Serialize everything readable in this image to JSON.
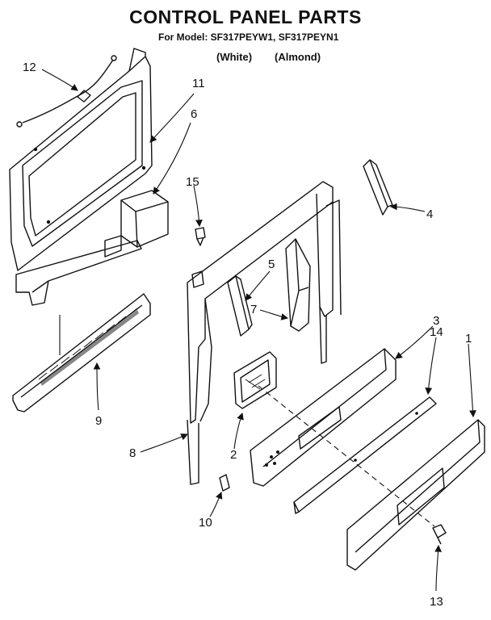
{
  "header": {
    "title": "CONTROL PANEL PARTS",
    "model_line": "For Model: SF317PEYW1, SF317PEYN1",
    "variant_white": "(White)",
    "variant_almond": "(Almond)"
  },
  "callouts": {
    "c1": "1",
    "c2": "2",
    "c3": "3",
    "c4": "4",
    "c5": "5",
    "c6": "6",
    "c7": "7",
    "c8": "8",
    "c9": "9",
    "c10": "10",
    "c11": "11",
    "c12": "12",
    "c13": "13",
    "c14": "14",
    "c15": "15"
  }
}
